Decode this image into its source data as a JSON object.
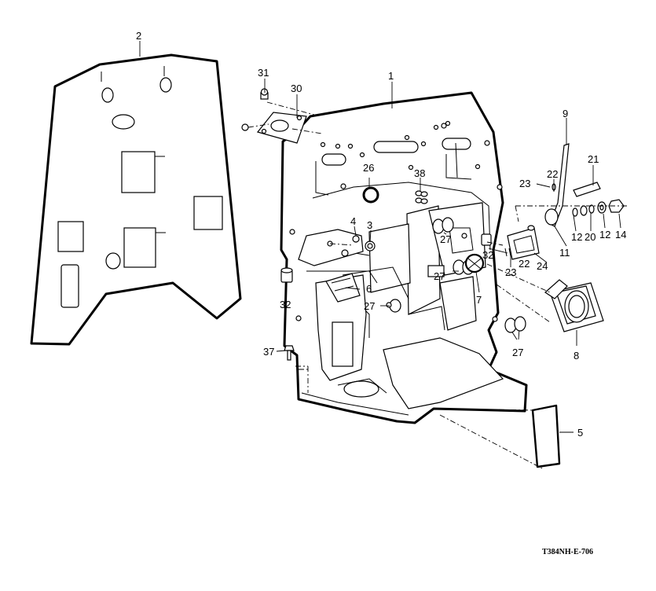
{
  "figure": {
    "drawing_code": "T384NH-E-706",
    "callouts": {
      "c1": "1",
      "c2": "2",
      "c3": "3",
      "c4": "4",
      "c5": "5",
      "c6": "6",
      "c7": "7",
      "c8": "8",
      "c9": "9",
      "c11": "11",
      "c12a": "12",
      "c12b": "12",
      "c14": "14",
      "c20": "20",
      "c21": "21",
      "c22a": "22",
      "c22b": "22",
      "c23a": "23",
      "c23b": "23",
      "c24": "24",
      "c26": "26",
      "c27a": "27",
      "c27b": "27",
      "c27c": "27",
      "c27d": "27",
      "c30": "30",
      "c31": "31",
      "c32a": "32",
      "c32b": "32",
      "c37": "37",
      "c38": "38"
    }
  }
}
